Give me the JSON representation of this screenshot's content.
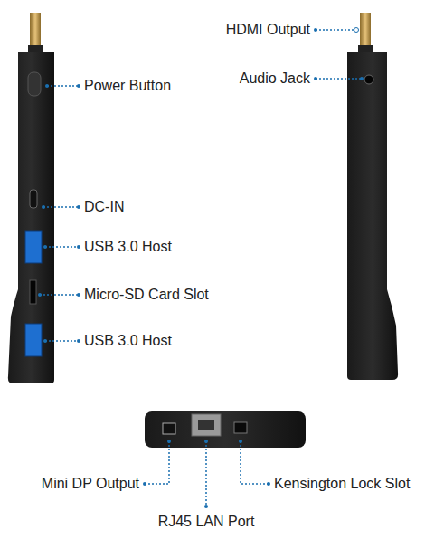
{
  "diagram": {
    "labels": [
      "HDMI Output",
      "Audio Jack",
      "Power Button",
      "DC-IN",
      "USB 3.0 Host",
      "Micro-SD Card Slot",
      "USB 3.0 Host",
      "Mini DP Output",
      "Kensington Lock Slot",
      "RJ45 LAN Port"
    ]
  }
}
